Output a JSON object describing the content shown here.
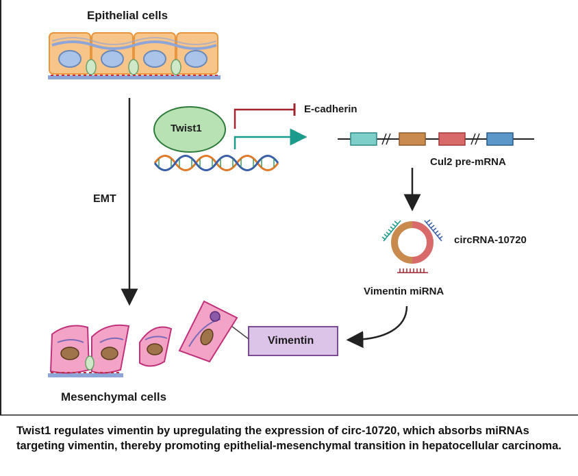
{
  "labels": {
    "epithelial": "Epithelial cells",
    "mesenchymal": "Mesenchymal cells",
    "emt": "EMT",
    "twist1": "Twist1",
    "ecadherin": "E-cadherin",
    "cul2": "Cul2 pre-mRNA",
    "circrna": "circRNA-10720",
    "vimentin_mirna": "Vimentin miRNA",
    "vimentin": "Vimentin"
  },
  "caption": "Twist1 regulates vimentin by upregulating the expression of circ-10720, which absorbs miRNAs targeting vimentin, thereby promoting epithelial-mesenchymal transition in hepatocellular carcinoma.",
  "colors": {
    "epithelial_fill": "#f7c489",
    "epithelial_stroke": "#e8963e",
    "nucleus": "#a9c4e8",
    "mesenchymal_fill": "#f2a3c6",
    "mesenchymal_stroke": "#c0307a",
    "mes_nucleus": "#a0744a",
    "twist1_fill": "#b8e2b4",
    "inhibit_line": "#a0232d",
    "activate_line": "#1a9a8a",
    "exon1": "#7ecfc9",
    "exon2": "#c98a4e",
    "exon3": "#d86a6a",
    "exon4": "#5b97c8",
    "vimentin_box": "#dcc4e8",
    "vimentin_stroke": "#7b4a93",
    "membrane": "#8ea5d8"
  }
}
